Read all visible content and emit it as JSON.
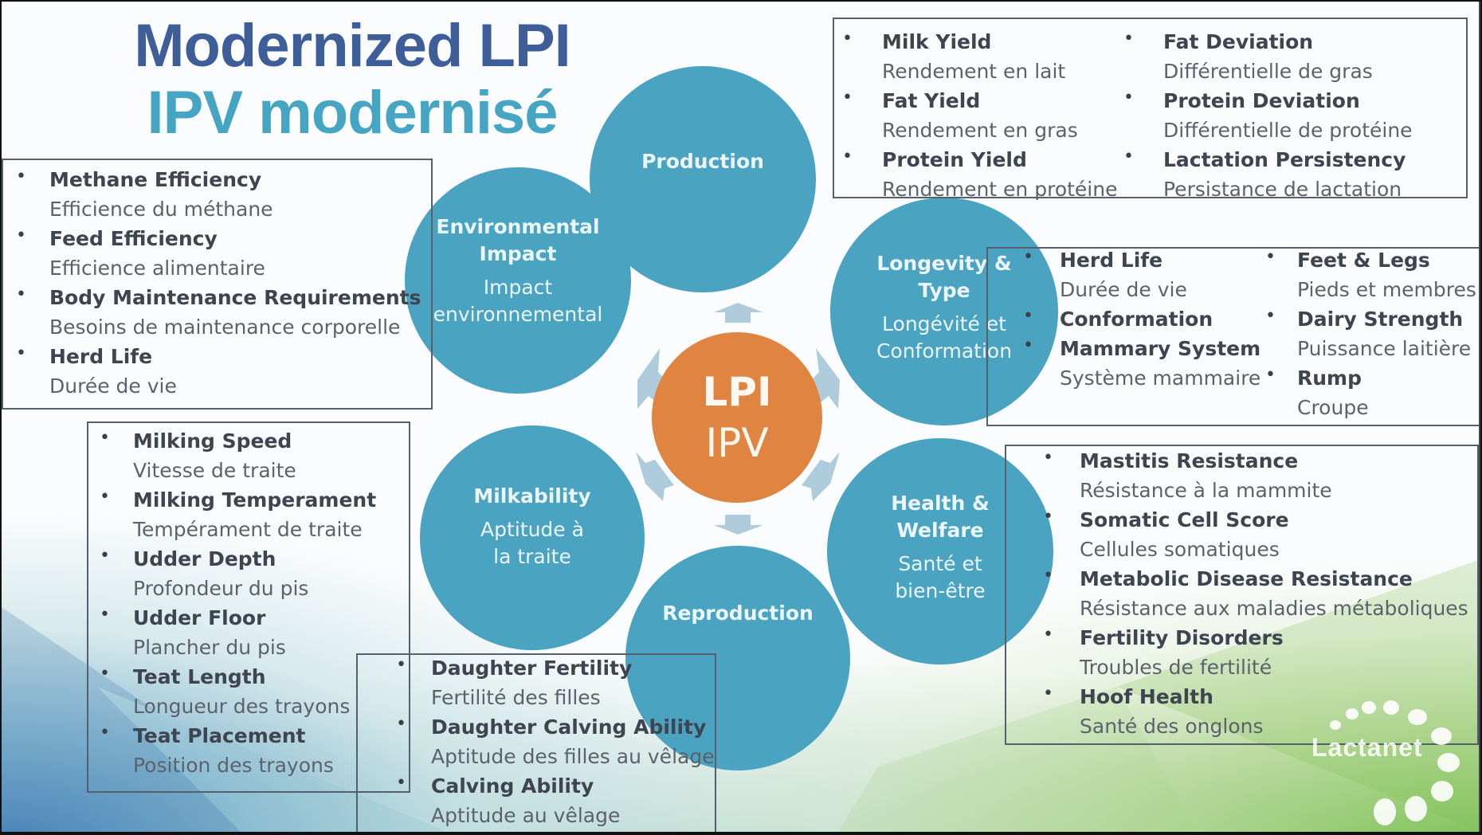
{
  "title": {
    "english": "Modernized LPI",
    "french": "IPV modernisé"
  },
  "colors": {
    "title_en": "#3d5e99",
    "title_fr": "#45a5c2",
    "circle": "#4aa3c1",
    "center": "#e08442",
    "arrow": "#afccdc"
  },
  "center": {
    "line1": "LPI",
    "line2": "IPV"
  },
  "categories": {
    "production": {
      "label_en": "Production",
      "label_fr": "",
      "traits": [
        {
          "en": "Milk Yield",
          "fr": "Rendement en lait"
        },
        {
          "en": "Fat Yield",
          "fr": "Rendement en gras"
        },
        {
          "en": "Protein Yield",
          "fr": "Rendement en protéine"
        },
        {
          "en": "Fat Deviation",
          "fr": "Différentielle de gras"
        },
        {
          "en": "Protein Deviation",
          "fr": "Différentielle de protéine"
        },
        {
          "en": "Lactation Persistency",
          "fr": "Persistance de lactation"
        }
      ]
    },
    "environmental": {
      "label_en_1": "Environmental",
      "label_en_2": "Impact",
      "label_fr_1": "Impact",
      "label_fr_2": "environnemental",
      "traits": [
        {
          "en": "Methane Efficiency",
          "fr": "Efficience du méthane"
        },
        {
          "en": "Feed Efficiency",
          "fr": "Efficience alimentaire"
        },
        {
          "en": "Body Maintenance Requirements",
          "fr": "Besoins de maintenance corporelle"
        },
        {
          "en": "Herd Life",
          "fr": "Durée de vie"
        }
      ]
    },
    "longevity": {
      "label_en_1": "Longevity &",
      "label_en_2": "Type",
      "label_fr_1": "Longévité et",
      "label_fr_2": "Conformation",
      "traits": [
        {
          "en": "Herd Life",
          "fr": "Durée de vie"
        },
        {
          "en": "Conformation",
          "fr": ""
        },
        {
          "en": "Mammary System",
          "fr": "Système mammaire"
        },
        {
          "en": "Feet & Legs",
          "fr": "Pieds et membres"
        },
        {
          "en": "Dairy Strength",
          "fr": "Puissance laitière"
        },
        {
          "en": "Rump",
          "fr": "Croupe"
        }
      ]
    },
    "milkability": {
      "label_en": "Milkability",
      "label_fr_1": "Aptitude à",
      "label_fr_2": "la traite",
      "traits": [
        {
          "en": "Milking Speed",
          "fr": "Vitesse de traite"
        },
        {
          "en": "Milking Temperament",
          "fr": "Tempérament de traite"
        },
        {
          "en": "Udder Depth",
          "fr": "Profondeur du pis"
        },
        {
          "en": "Udder Floor",
          "fr": "Plancher du pis"
        },
        {
          "en": "Teat Length",
          "fr": "Longueur des trayons"
        },
        {
          "en": "Teat Placement",
          "fr": "Position des trayons"
        }
      ]
    },
    "health": {
      "label_en_1": "Health &",
      "label_en_2": "Welfare",
      "label_fr_1": "Santé et",
      "label_fr_2": "bien-être",
      "traits": [
        {
          "en": "Mastitis Resistance",
          "fr": "Résistance à la mammite"
        },
        {
          "en": "Somatic Cell Score",
          "fr": "Cellules somatiques"
        },
        {
          "en": "Metabolic Disease Resistance",
          "fr": "Résistance aux maladies métaboliques"
        },
        {
          "en": "Fertility Disorders",
          "fr": "Troubles de fertilité"
        },
        {
          "en": "Hoof Health",
          "fr": "Santé des onglons"
        }
      ]
    },
    "reproduction": {
      "label_en": "Reproduction",
      "traits": [
        {
          "en": "Daughter Fertility",
          "fr": "Fertilité des filles"
        },
        {
          "en": "Daughter Calving Ability",
          "fr": "Aptitude des filles au vêlage"
        },
        {
          "en": "Calving Ability",
          "fr": "Aptitude au vêlage"
        }
      ]
    }
  },
  "logo": {
    "text": "Lactanet"
  },
  "bullet": "•"
}
